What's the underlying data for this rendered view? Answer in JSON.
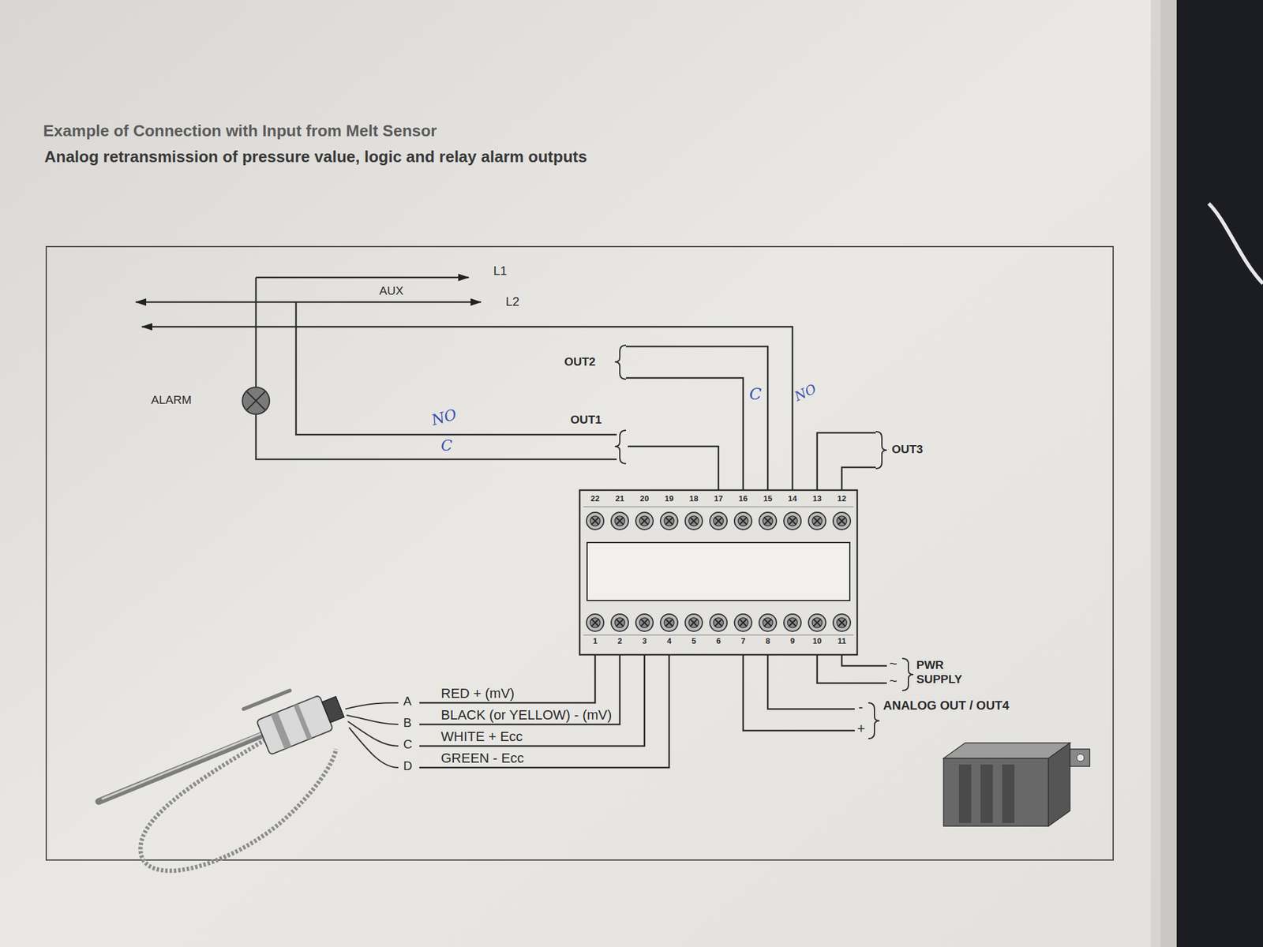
{
  "diagram": {
    "title": "Example of Connection with Input from Melt Sensor",
    "labels": [
      "Analog retransmission of pressure value, logic and relay alarm outputs",
      "L1",
      "AUX",
      "L2",
      "ALARM",
      "OUT2",
      "C",
      "NO",
      "NO",
      "OUT1",
      "C",
      "OUT3",
      "22",
      "21",
      "20",
      "19",
      "18",
      "17",
      "16",
      "15",
      "14",
      "13",
      "12",
      "1",
      "2",
      "3",
      "4",
      "5",
      "6",
      "7",
      "8",
      "9",
      "10",
      "11",
      "~",
      "~",
      "PWR SUPPLY",
      "-",
      "+",
      "ANALOG OUT / OUT4",
      "A",
      "RED + (mV)",
      "B",
      "BLACK (or YELLOW) - (mV)",
      "C",
      "WHITE + Ecc",
      "D",
      "GREEN - Ecc"
    ]
  }
}
